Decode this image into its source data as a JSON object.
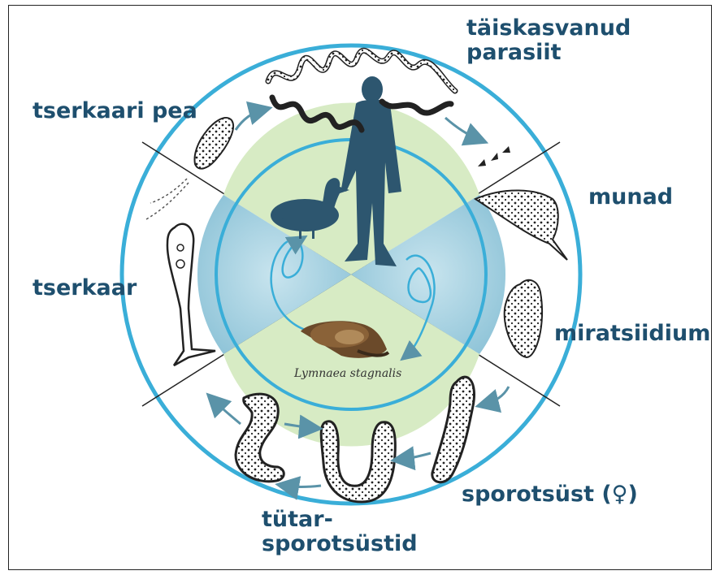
{
  "labels": {
    "adult": "täiskasvanud\nparasiit",
    "head": "tserkaari pea",
    "eggs": "munad",
    "miracidium": "miratsiidium",
    "cercaria": "tserkaar",
    "sporocyst": "sporotsüst (♀)",
    "daughter": "tütar-\nsporotsüstid"
  },
  "species": "Lymnaea stagnalis",
  "colors": {
    "ring": "#3aaed8",
    "label": "#1e4f6e",
    "quadrant_light": "#d7ebc4",
    "quadrant_blue": "#aed5e3",
    "silhouette": "#2d566f",
    "arrow": "#5a93a8"
  }
}
